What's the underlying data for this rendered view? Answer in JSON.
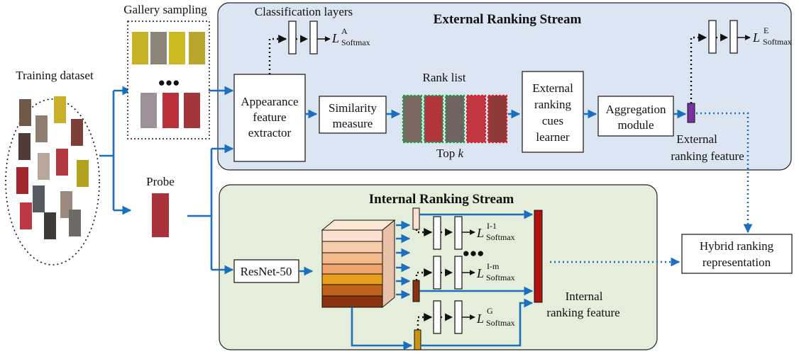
{
  "inputs": {
    "training_dataset": "Training dataset",
    "gallery_sampling": "Gallery sampling",
    "probe": "Probe",
    "ellipsis": "●●●"
  },
  "external": {
    "title": "External Ranking Stream",
    "classification_layers": "Classification layers",
    "appearance": [
      "Appearance",
      "feature",
      "extractor"
    ],
    "similarity": [
      "Similarity",
      "measure"
    ],
    "rank_list": "Rank list",
    "top_k": "Top",
    "top_k_var": "k",
    "cues_learner": [
      "External",
      "ranking",
      "cues",
      "learner"
    ],
    "aggregation": [
      "Aggregation",
      "module"
    ],
    "feature": [
      "External",
      "ranking feature"
    ],
    "loss_a": {
      "main": "L",
      "sub": "Softmax",
      "sup": "A"
    },
    "loss_e": {
      "main": "L",
      "sub": "Softmax",
      "sup": "E"
    }
  },
  "internal": {
    "title": "Internal Ranking Stream",
    "resnet": "ResNet-50",
    "feature": [
      "Internal",
      "ranking feature"
    ],
    "ellipsis": "●●●",
    "loss_i1": {
      "main": "L",
      "sub": "Softmax",
      "sup": "I-1"
    },
    "loss_im": {
      "main": "L",
      "sub": "Softmax",
      "sup": "I-m"
    },
    "loss_g": {
      "main": "L",
      "sub": "Softmax",
      "sup": "G"
    }
  },
  "output": {
    "hybrid": [
      "Hybrid ranking",
      "representation"
    ]
  },
  "colors": {
    "external_bg": "#dce6f2",
    "internal_bg": "#e4eedb",
    "arrow_blue": "#1a6fbf",
    "external_feature": "#7b2fa0",
    "internal_feature": "#b3120f",
    "rank_green": "#1aa34a",
    "rank_red": "#e0202a",
    "stack_layers": [
      "#fbe0cf",
      "#f7cda9",
      "#f3b98b",
      "#eda36a",
      "#e8a01c",
      "#c0641c",
      "#8a3310"
    ]
  },
  "icons": [
    "person-crop-icon",
    "feature-stack-icon"
  ]
}
